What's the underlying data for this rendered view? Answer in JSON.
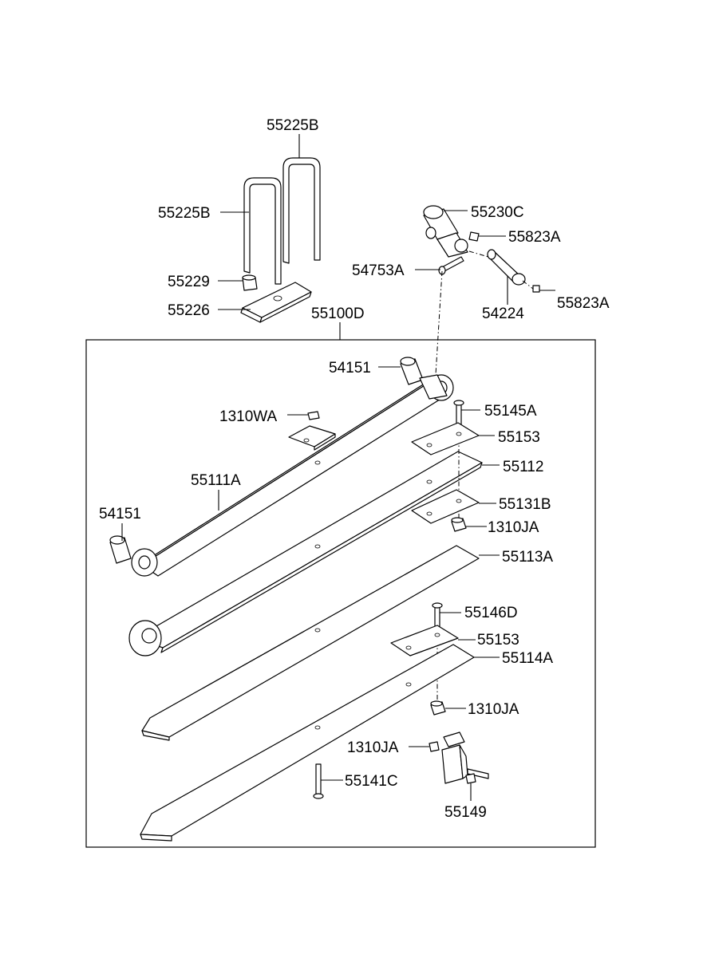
{
  "diagram": {
    "labels": {
      "ubolt_top": "55225B",
      "ubolt_left": "55225B",
      "spacer": "55229",
      "pad": "55226",
      "assembly": "55100D",
      "shackle": "55230C",
      "grease_fitting_1": "55823A",
      "bolt_54753a": "54753A",
      "pin": "54224",
      "grease_fitting_2": "55823A",
      "bushing_top": "54151",
      "nut_1310wa": "1310WA",
      "bolt_55145a": "55145A",
      "plate_55153_top": "55153",
      "leaf_55112": "55112",
      "leaf_55111a": "55111A",
      "plate_55131b": "55131B",
      "bushing_left": "54151",
      "nut_1310ja_1": "1310JA",
      "leaf_55113a": "55113A",
      "bolt_55146d": "55146D",
      "plate_55153_mid": "55153",
      "leaf_55114a": "55114A",
      "nut_1310ja_2": "1310JA",
      "nut_1310ja_3": "1310JA",
      "bolt_55141c": "55141C",
      "clip_55149": "55149"
    }
  }
}
